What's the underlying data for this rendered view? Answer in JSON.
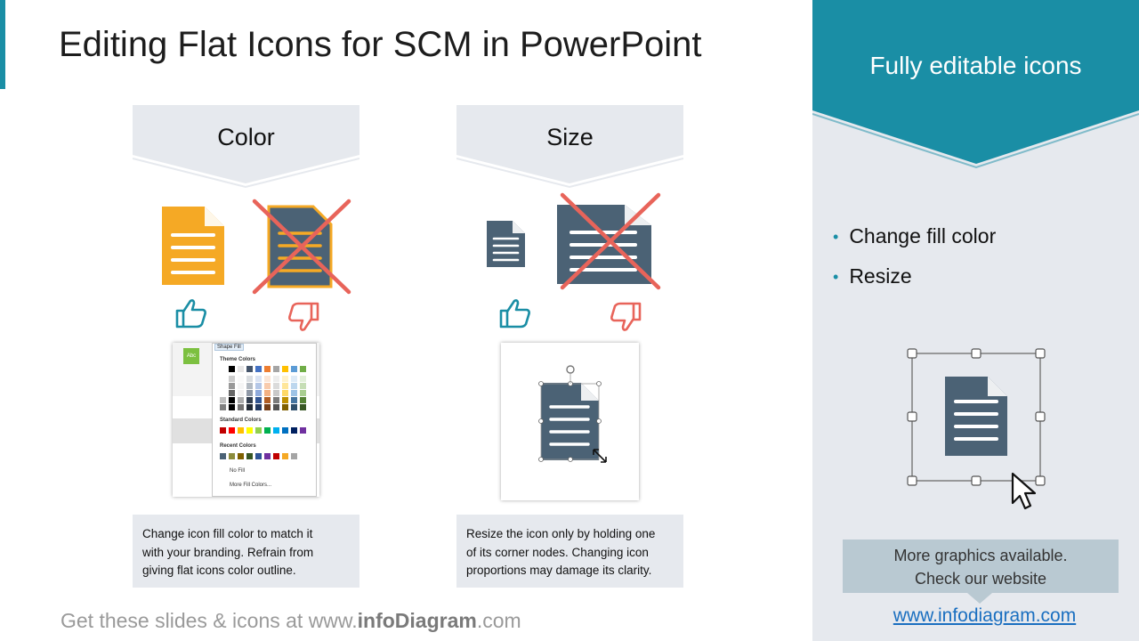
{
  "title": "Editing Flat Icons for SCM in PowerPoint",
  "panel": {
    "header": "Fully editable icons",
    "bullets": [
      "Change fill color",
      "Resize"
    ]
  },
  "color_section": {
    "label": "Color",
    "description_lines": [
      "Change icon fill color to match it",
      "with your branding. Refrain from",
      "giving flat icons color outline."
    ],
    "menu": {
      "shape_fill": "Shape Fill",
      "theme_colors": "Theme Colors",
      "standard_colors": "Standard Colors",
      "recent_colors": "Recent Colors",
      "no_fill": "No Fill",
      "more_fill_colors": "More Fill Colors...",
      "abc": "Abc",
      "a": "A"
    }
  },
  "size_section": {
    "label": "Size",
    "description_lines": [
      "Resize the icon only by holding one",
      "of its corner nodes. Changing icon",
      "proportions  may damage its clarity."
    ]
  },
  "more_box": {
    "line1": "More graphics available.",
    "line2": "Check our website"
  },
  "link": "www.infodiagram.com",
  "footer": {
    "prefix": "Get these slides & icons at www.",
    "brand": "infoDiagram",
    "suffix": ".com"
  },
  "colors": {
    "accent": "#1a8ea5",
    "icon_slate": "#4b6275",
    "icon_orange": "#f5a925",
    "cross_red": "#e8645a",
    "panel_bg": "#e6e9ee"
  },
  "icons": {
    "document": "document-icon",
    "thumbs_up": "thumbs-up-icon",
    "thumbs_down": "thumbs-down-icon",
    "cross": "cross-mark-icon",
    "cursor": "mouse-pointer-icon",
    "rotate": "rotate-handle-icon"
  }
}
